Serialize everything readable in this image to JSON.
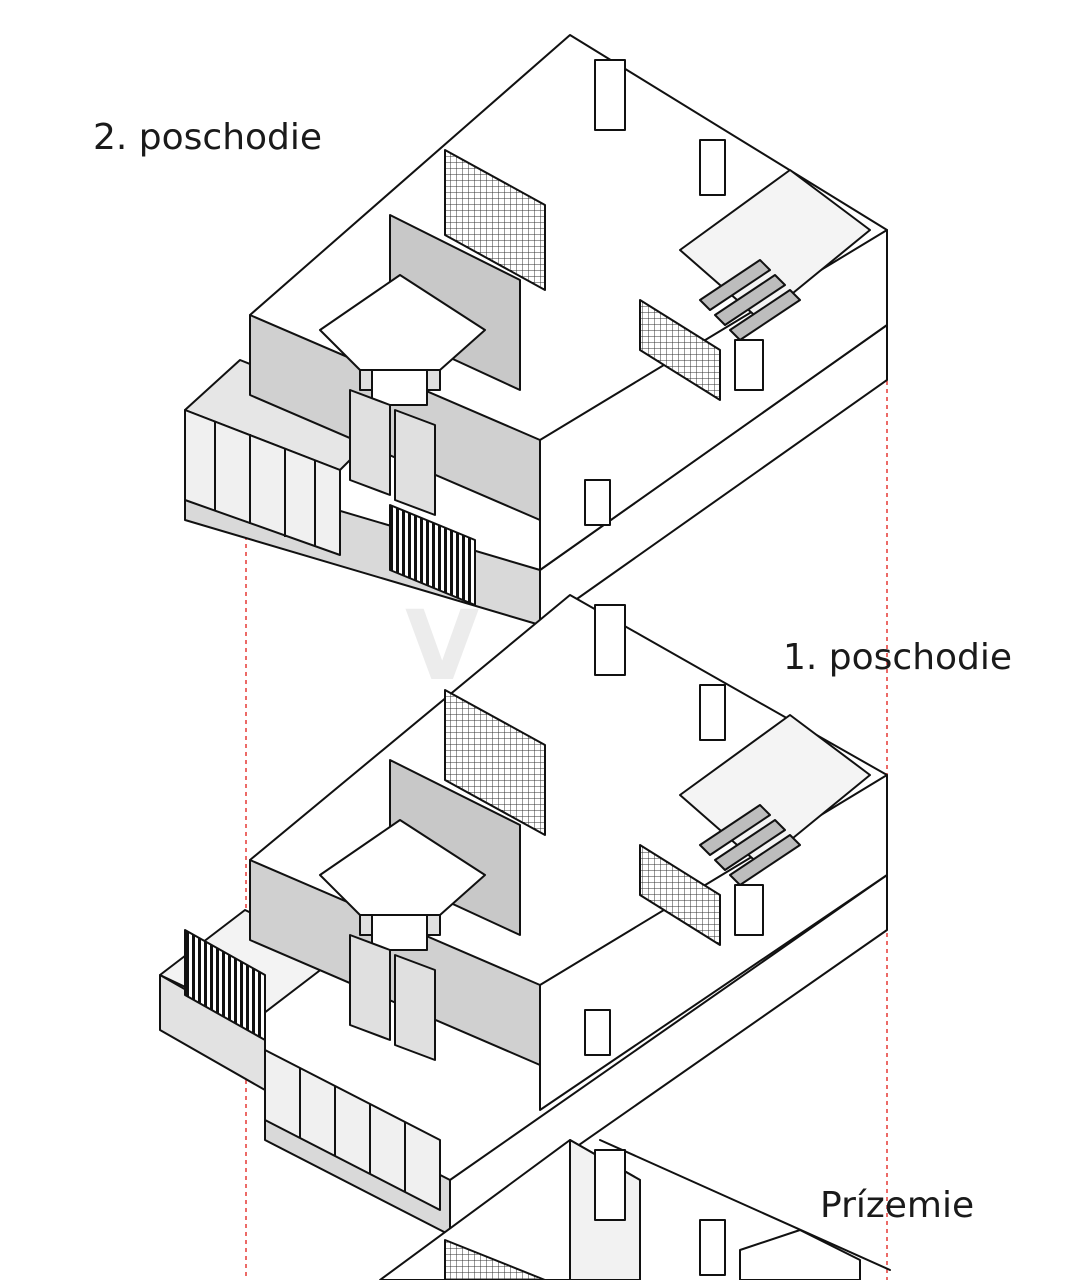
{
  "labels": {
    "floor_2": "2. poschodie",
    "floor_1": "1. poschodie",
    "ground": "Prízemie"
  },
  "colors": {
    "wall_top": "#ffffff",
    "wall_side": "#d9d9d9",
    "wall_dark": "#a8a8a8",
    "outline": "#111111",
    "guide_line": "#e53935"
  }
}
